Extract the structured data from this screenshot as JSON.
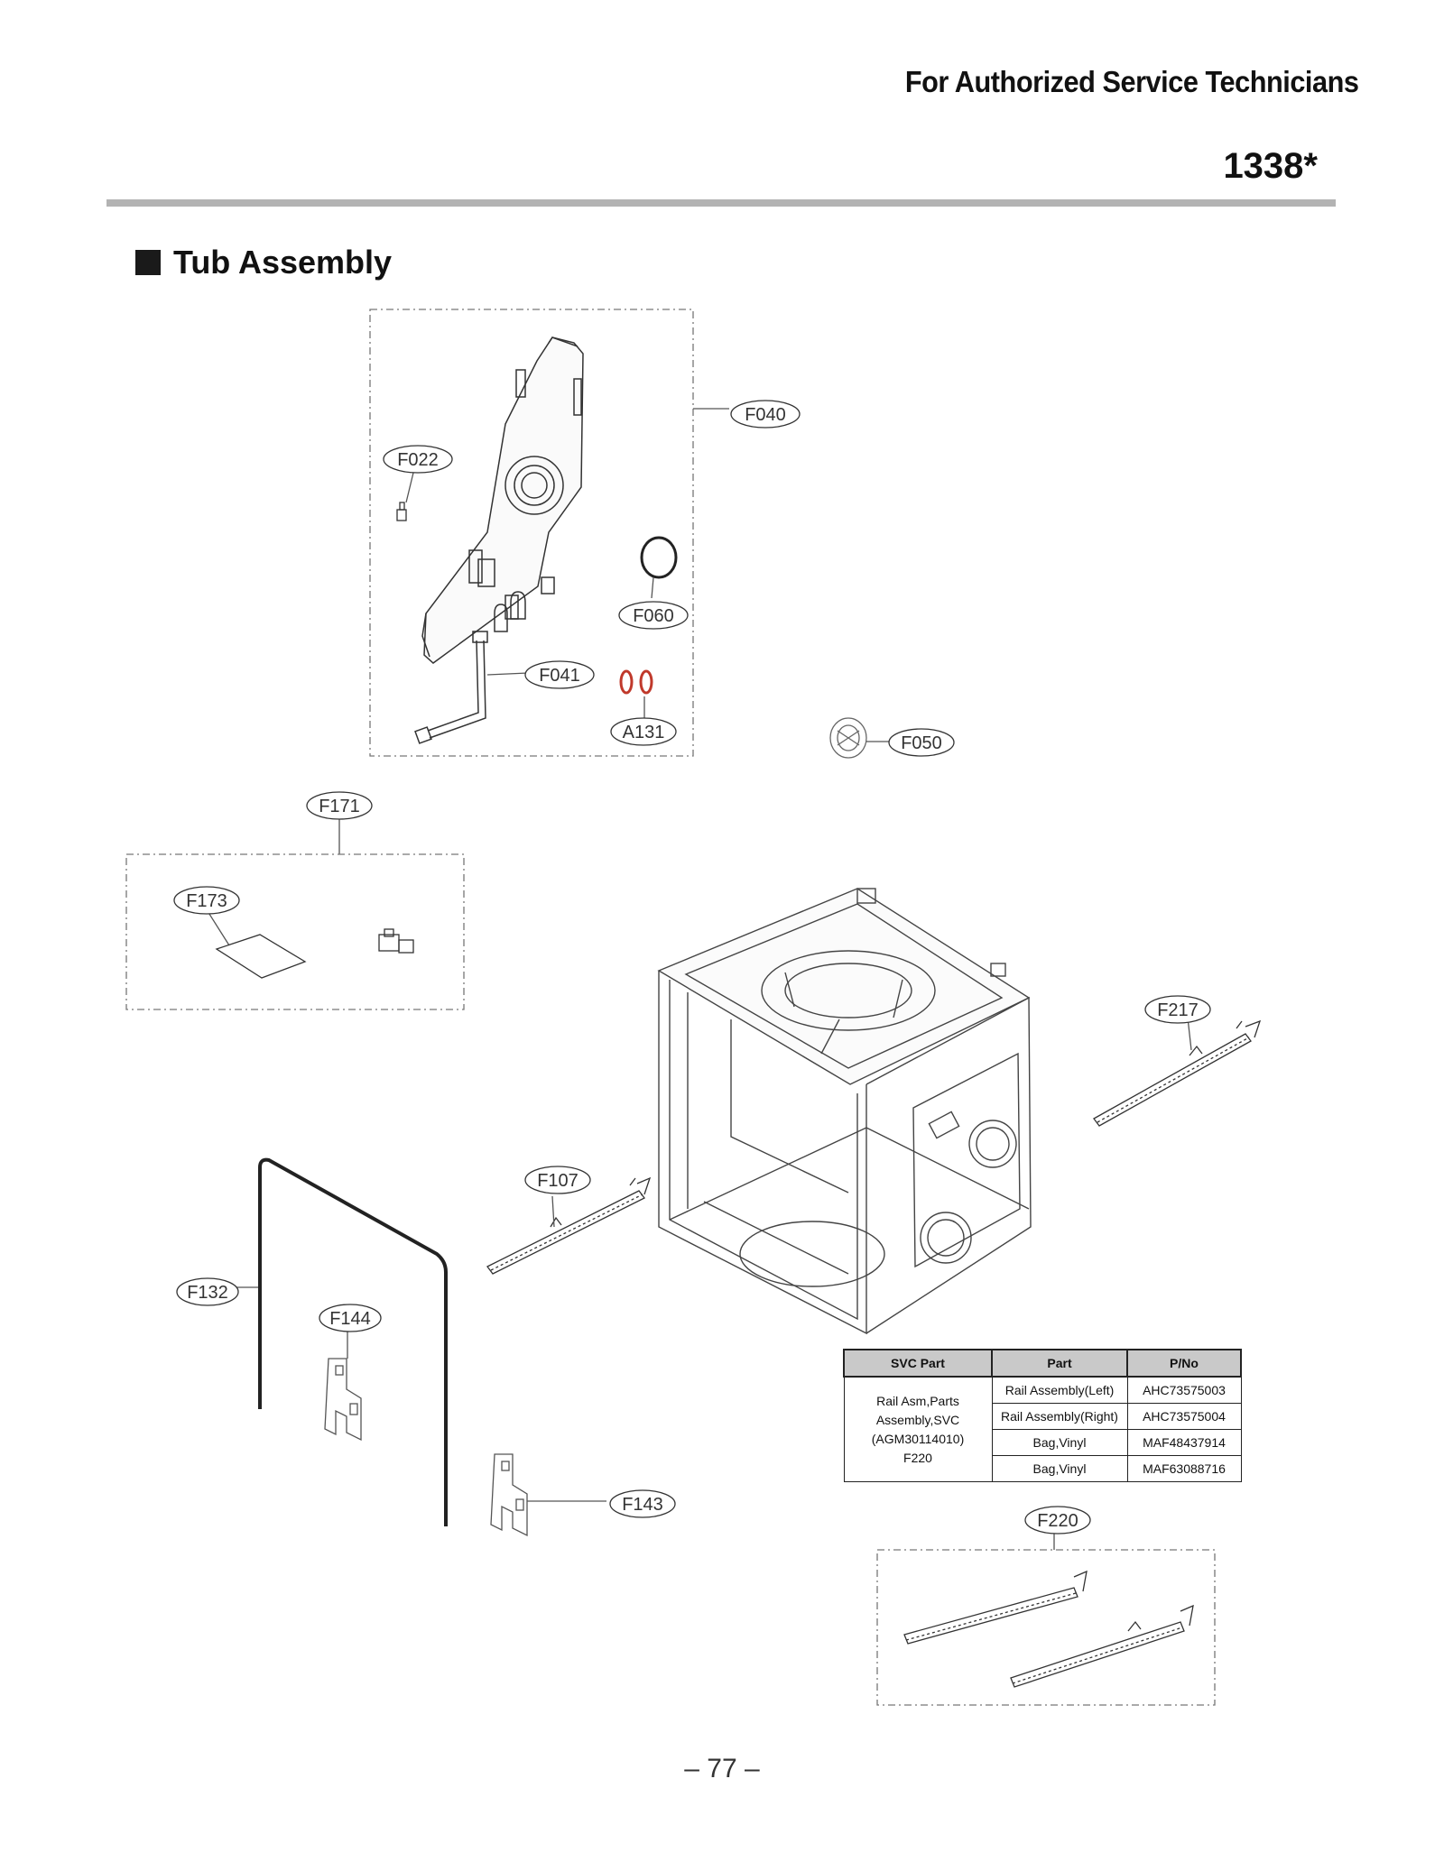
{
  "header": {
    "title": "For Authorized Service Technicians",
    "model_code": "1338*"
  },
  "section": {
    "title": "Tub Assembly"
  },
  "callouts": {
    "F040": "F040",
    "F022": "F022",
    "F060": "F060",
    "F041": "F041",
    "A131": "A131",
    "F050": "F050",
    "F171": "F171",
    "F173": "F173",
    "F217": "F217",
    "F107": "F107",
    "F132": "F132",
    "F144": "F144",
    "F143": "F143",
    "F220": "F220"
  },
  "parts_table": {
    "headers": [
      "SVC Part",
      "Part",
      "P/No"
    ],
    "svc_part_lines": [
      "Rail Asm,Parts",
      "Assembly,SVC",
      "(AGM30114010)",
      "F220"
    ],
    "rows": [
      {
        "part": "Rail Assembly(Left)",
        "pno": "AHC73575003"
      },
      {
        "part": "Rail Assembly(Right)",
        "pno": "AHC73575004"
      },
      {
        "part": "Bag,Vinyl",
        "pno": "MAF48437914"
      },
      {
        "part": "Bag,Vinyl",
        "pno": "MAF63088716"
      }
    ]
  },
  "colors": {
    "o_ring_highlight": "#c0392b",
    "rule_gray": "#b3b3b3"
  },
  "footer": {
    "page_number": "– 77 –"
  }
}
